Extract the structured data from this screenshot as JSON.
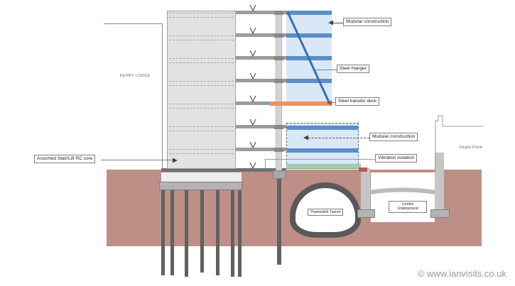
{
  "diagram": {
    "labels": {
      "derby_lodge": "DERBY LODGE",
      "assumed_core": "Assumed Stair/Lift RC core",
      "modular_construction_upper": "Modular construction",
      "steel_hanger": "Steel Hanger",
      "steel_transfer_deck": "Steel transfer deck",
      "modular_construction_lower": "Modular construction",
      "vibration_isolation": "Vibration isolation",
      "depot_point": "Depot Point",
      "thameslink_tunnel": "Thameslink Tunnel",
      "london_underground": "London Underground"
    },
    "watermark": "© www.ianvisits.co.uk",
    "colors": {
      "ground": "#be8f87",
      "modular_fill": "#d9e8f6",
      "modular_floor_bar": "#5b8ec6",
      "steel_hanger": "#3a6cb4",
      "steel_transfer_deck": "#ef9166",
      "vibration_isolation": "#a6c9ae",
      "bearing_pad": "#c4574a",
      "concrete_core": "#e2e2e2",
      "floor_slab": "#9c9c9c",
      "pile": "#616161",
      "tunnel_lining": "#595959"
    }
  }
}
